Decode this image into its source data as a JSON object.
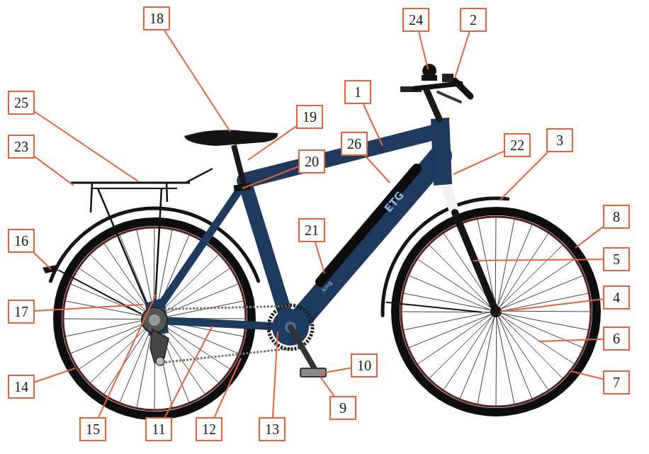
{
  "diagram": {
    "nodes": [
      {
        "text": [
          "18"
        ]
      },
      {
        "text": [
          "24"
        ]
      },
      {
        "text": [
          "2"
        ]
      },
      {
        "text": [
          "1"
        ]
      },
      {
        "text": [
          "25"
        ]
      },
      {
        "text": [
          "19"
        ]
      },
      {
        "text": [
          "3"
        ]
      },
      {
        "text": [
          "26"
        ]
      },
      {
        "text": [
          "23"
        ]
      },
      {
        "text": [
          "22"
        ]
      },
      {
        "text": [
          "20"
        ]
      },
      {
        "text": [
          "8"
        ]
      },
      {
        "text": [
          "21"
        ]
      },
      {
        "text": [
          "16"
        ]
      },
      {
        "text": [
          "5"
        ]
      },
      {
        "text": [
          "4"
        ]
      },
      {
        "text": [
          "17"
        ]
      },
      {
        "text": [
          "6"
        ]
      },
      {
        "text": [
          "10"
        ]
      },
      {
        "text": [
          "14"
        ]
      },
      {
        "text": [
          "7"
        ]
      },
      {
        "text": [
          "9"
        ]
      },
      {
        "text": [
          "15"
        ]
      },
      {
        "text": [
          "11"
        ]
      },
      {
        "text": [
          "12"
        ]
      },
      {
        "text": [
          "13"
        ]
      }
    ],
    "edges": [],
    "labels": [
      "ETG",
      "king"
    ]
  }
}
